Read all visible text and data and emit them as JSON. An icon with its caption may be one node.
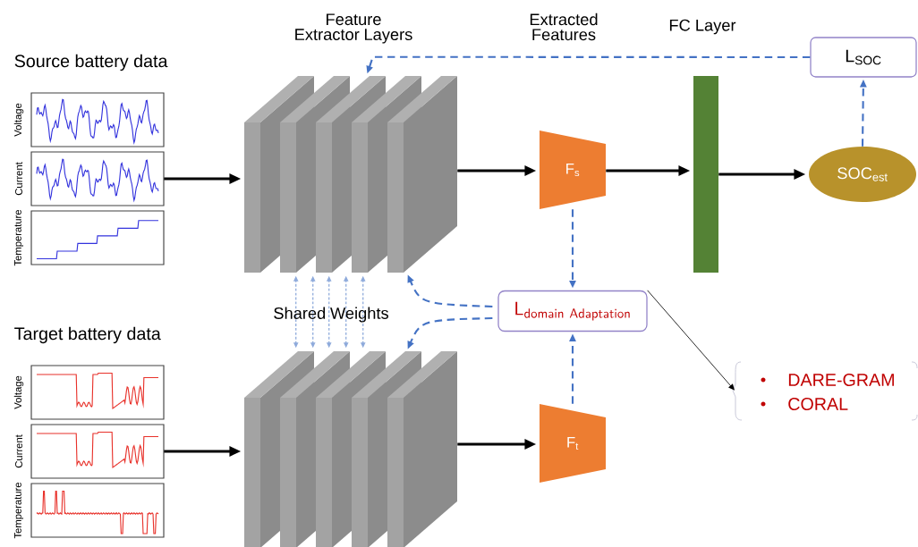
{
  "diagram": {
    "nodes": [
      {
        "text": [
          "Source battery data",
          "Voltage",
          "Current",
          "Temperature"
        ]
      },
      {
        "text": [
          "Feature Extractor Layers"
        ]
      },
      {
        "text": [
          "F$_{s}$"
        ]
      },
      {
        "text": [
          "FC Layer"
        ]
      },
      {
        "text": [
          "SOC$_{est}$"
        ]
      },
      {
        "text": [
          "L$_{SOC}$"
        ]
      },
      {
        "text": [
          "Target battery data",
          "Voltage",
          "Current",
          "Temperature"
        ]
      },
      {
        "text": [],
        "shape": "box"
      },
      {
        "text": [
          "F$_{t}$"
        ]
      },
      {
        "text": [
          "\\mathsf{L}_{\\mathsf{domain\\ Adaptation}}"
        ]
      },
      {
        "text": [
          "DARE-GRAM",
          "CORAL"
        ]
      }
    ],
    "edges": [
      {
        "from": 0,
        "to": 1,
        "arrow": "to"
      },
      {
        "from": 1,
        "to": 2,
        "arrow": "to"
      },
      {
        "from": 2,
        "to": 3,
        "arrow": "to"
      },
      {
        "from": 3,
        "to": 4,
        "arrow": "to"
      },
      {
        "from": 4,
        "to": 5,
        "arrow": "to",
        "style": "dashed",
        "color": "#4472c4"
      },
      {
        "from": 5,
        "to": 1,
        "arrow": "to",
        "style": "dashed",
        "color": "#4472c4"
      },
      {
        "from": 2,
        "to": 9,
        "arrow": "to",
        "style": "dashed",
        "color": "#4472c4"
      },
      {
        "from": 8,
        "to": 9,
        "arrow": "to",
        "style": "dashed",
        "color": "#4472c4"
      },
      {
        "from": 9,
        "to": 1,
        "arrow": "to",
        "style": "dashed",
        "color": "#4472c4"
      },
      {
        "from": 9,
        "to": 7,
        "arrow": "to",
        "style": "dashed",
        "color": "#4472c4"
      },
      {
        "from": 1,
        "to": 7,
        "arrow": "both",
        "style": "dashed",
        "color": "#8eaadb"
      },
      {
        "from": 1,
        "to": 7,
        "arrow": "both",
        "style": "dashed",
        "color": "#8eaadb"
      },
      {
        "from": 1,
        "to": 7,
        "arrow": "both",
        "style": "dashed",
        "color": "#8eaadb"
      },
      {
        "from": 1,
        "to": 7,
        "arrow": "both",
        "style": "dashed",
        "color": "#8eaadb"
      },
      {
        "from": 1,
        "to": 7,
        "arrow": "both",
        "style": "dashed",
        "color": "#8eaadb"
      },
      {
        "from": 6,
        "to": 7,
        "arrow": "to"
      },
      {
        "from": 7,
        "to": 8,
        "arrow": "to"
      },
      {
        "from": 9,
        "to": 10,
        "arrow": "to"
      }
    ],
    "labels": [
      "Extracted Features",
      "Shared Weights"
    ]
  }
}
